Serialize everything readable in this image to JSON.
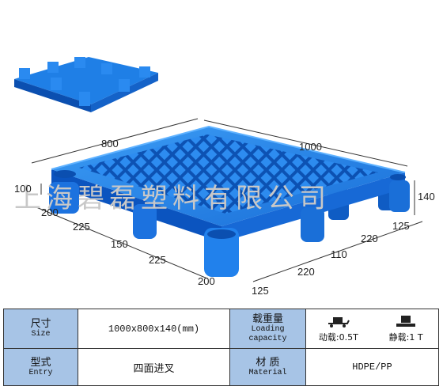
{
  "dimensions": {
    "length": "1000",
    "width": "800",
    "height_front": "100",
    "height_side": "140",
    "front_spacing": [
      "200",
      "225",
      "150",
      "225",
      "200"
    ],
    "side_spacing": [
      "125",
      "220",
      "110",
      "220",
      "125"
    ]
  },
  "watermark": "上海碧磊塑料有限公司",
  "spec_table": {
    "size_label_zh": "尺寸",
    "size_label_en": "Size",
    "size_value": "1000x800x140(mm)",
    "capacity_label_zh": "载重量",
    "capacity_label_en_1": "Loading",
    "capacity_label_en_2": "capacity",
    "dynamic_load": "动载:0.5T",
    "static_load": "静载:1 T",
    "dynamic_icon": "forklift-dynamic-load-icon",
    "static_icon": "static-load-icon",
    "entry_label_zh": "型式",
    "entry_label_en": "Entry",
    "entry_value": "四面进叉",
    "material_label_zh": "材 质",
    "material_label_en": "Material",
    "material_value": "HDPE/PP"
  },
  "colors": {
    "pallet_blue": "#1f7fe6",
    "pallet_dark": "#0b4fb0",
    "label_cell_bg": "#a7c4e6"
  }
}
